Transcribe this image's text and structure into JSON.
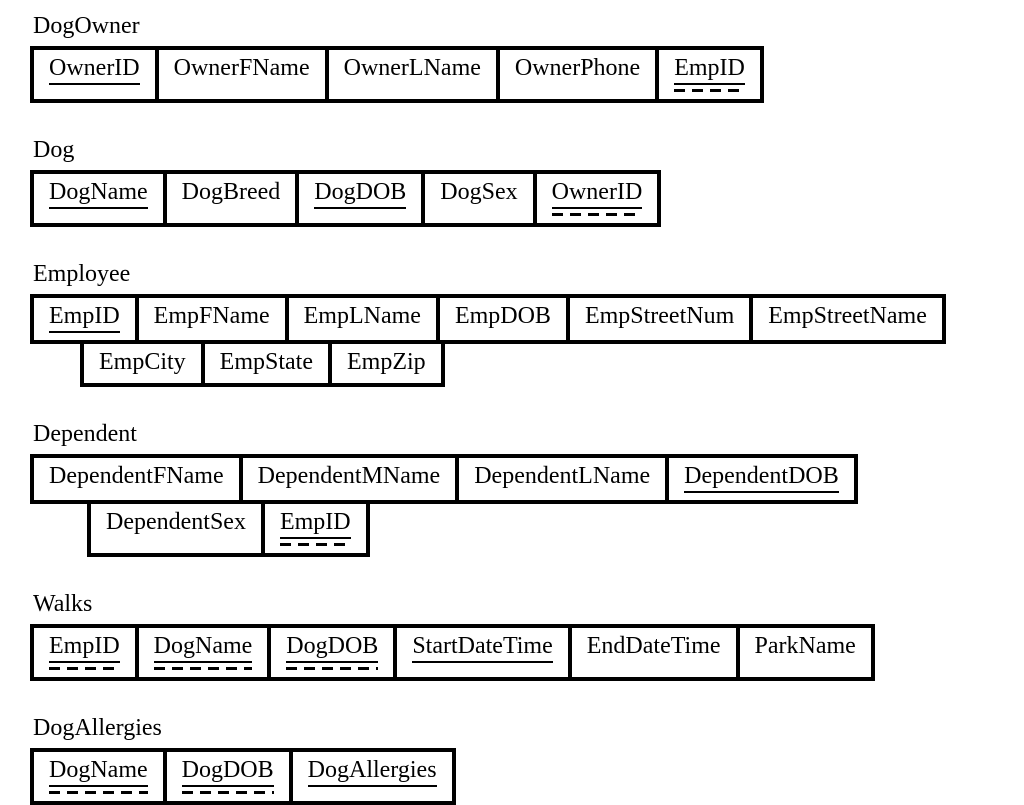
{
  "colors": {
    "text": "#000000",
    "background": "#ffffff",
    "border": "#000000"
  },
  "key_legend": {
    "pk": "solid underline",
    "fk": "dashed underline",
    "pk-fk": "solid and dashed underline",
    "none": "no underline"
  },
  "tables": [
    {
      "name": "DogOwner",
      "rows": [
        [
          {
            "label": "OwnerID",
            "key": "pk"
          },
          {
            "label": "OwnerFName",
            "key": "none"
          },
          {
            "label": "OwnerLName",
            "key": "none"
          },
          {
            "label": "OwnerPhone",
            "key": "none"
          },
          {
            "label": "EmpID",
            "key": "fk"
          }
        ]
      ]
    },
    {
      "name": "Dog",
      "rows": [
        [
          {
            "label": "DogName",
            "key": "pk"
          },
          {
            "label": "DogBreed",
            "key": "none"
          },
          {
            "label": "DogDOB",
            "key": "pk"
          },
          {
            "label": "DogSex",
            "key": "none"
          },
          {
            "label": "OwnerID",
            "key": "fk"
          }
        ]
      ]
    },
    {
      "name": "Employee",
      "rows": [
        [
          {
            "label": "EmpID",
            "key": "pk"
          },
          {
            "label": "EmpFName",
            "key": "none"
          },
          {
            "label": "EmpLName",
            "key": "none"
          },
          {
            "label": "EmpDOB",
            "key": "none"
          },
          {
            "label": "EmpStreetNum",
            "key": "none"
          },
          {
            "label": "EmpStreetName",
            "key": "none"
          }
        ],
        [
          {
            "label": "EmpCity",
            "key": "none"
          },
          {
            "label": "EmpState",
            "key": "none"
          },
          {
            "label": "EmpZip",
            "key": "none"
          }
        ]
      ]
    },
    {
      "name": "Dependent",
      "rows": [
        [
          {
            "label": "DependentFName",
            "key": "none"
          },
          {
            "label": "DependentMName",
            "key": "none"
          },
          {
            "label": "DependentLName",
            "key": "none"
          },
          {
            "label": "DependentDOB",
            "key": "pk"
          }
        ],
        [
          {
            "label": "DependentSex",
            "key": "none"
          },
          {
            "label": "EmpID",
            "key": "pk-fk"
          }
        ]
      ]
    },
    {
      "name": "Walks",
      "rows": [
        [
          {
            "label": "EmpID",
            "key": "pk-fk"
          },
          {
            "label": "DogName",
            "key": "pk-fk"
          },
          {
            "label": "DogDOB",
            "key": "pk-fk"
          },
          {
            "label": "StartDateTime",
            "key": "pk"
          },
          {
            "label": "EndDateTime",
            "key": "none"
          },
          {
            "label": "ParkName",
            "key": "none"
          }
        ]
      ]
    },
    {
      "name": "DogAllergies",
      "rows": [
        [
          {
            "label": "DogName",
            "key": "pk-fk"
          },
          {
            "label": "DogDOB",
            "key": "pk-fk"
          },
          {
            "label": "DogAllergies",
            "key": "pk"
          }
        ]
      ]
    }
  ]
}
